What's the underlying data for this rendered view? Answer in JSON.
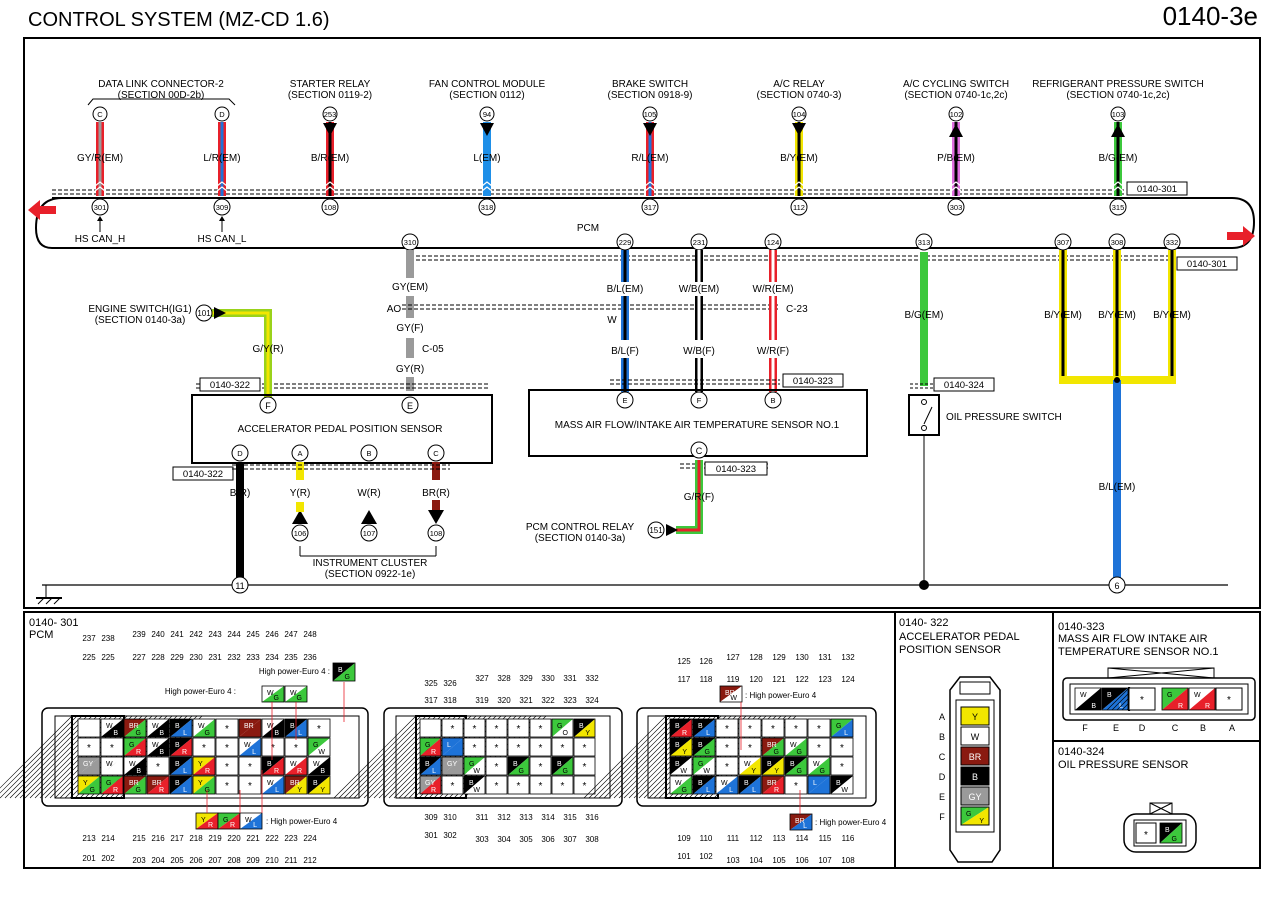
{
  "header": {
    "title": "CONTROL SYSTEM (MZ-CD 1.6)",
    "page_code": "0140-3e"
  },
  "pcm": {
    "name": "PCM",
    "connector_refs": {
      "top": "0140-301",
      "bottom": "0140-301"
    },
    "top_pins": [
      "301",
      "309",
      "108",
      "318",
      "317",
      "112",
      "303",
      "315"
    ],
    "bottom_pins": [
      "310",
      "229",
      "231",
      "124",
      "313",
      "307",
      "308",
      "332"
    ],
    "can_labels": [
      "HS CAN_H",
      "HS CAN_L"
    ]
  },
  "top_circuits": [
    {
      "component": "DATA LINK CONNECTOR-2",
      "section": "(SECTION 00D-2b)",
      "terminal": "C",
      "wire": "GY/R(EM)",
      "color1": "#e8202a",
      "color2": "#9a9a9a"
    },
    {
      "component": "",
      "section": "",
      "terminal": "D",
      "wire": "L/R(EM)",
      "color1": "#e8202a",
      "color2": "#1e73d8"
    },
    {
      "component": "STARTER RELAY",
      "section": "(SECTION 0119-2)",
      "terminal": "253",
      "wire": "B/R(EM)",
      "color1": "#e8202a",
      "color2": "#000000"
    },
    {
      "component": "FAN CONTROL MODULE",
      "section": "(SECTION 0112)",
      "terminal": "94",
      "wire": "L(EM)",
      "color1": "#1e8fe8",
      "color2": "#1e8fe8"
    },
    {
      "component": "BRAKE SWITCH",
      "section": "(SECTION 0918-9)",
      "terminal": "105",
      "wire": "R/L(EM)",
      "color1": "#e8202a",
      "color2": "#1e73d8"
    },
    {
      "component": "A/C RELAY",
      "section": "(SECTION 0740-3)",
      "terminal": "104",
      "wire": "B/Y(EM)",
      "color1": "#f2e600",
      "color2": "#000000"
    },
    {
      "component": "A/C CYCLING SWITCH",
      "section": "(SECTION 0740-1c,2c)",
      "terminal": "102",
      "wire": "P/B(EM)",
      "color1": "#e070e0",
      "color2": "#000000"
    },
    {
      "component": "REFRIGERANT PRESSURE SWITCH",
      "section": "(SECTION 0740-1c,2c)",
      "terminal": "103",
      "wire": "B/G(EM)",
      "color1": "#3cc83c",
      "color2": "#000000"
    }
  ],
  "left_circuits": {
    "engine_switch": {
      "name": "ENGINE SWITCH(IG1)",
      "section": "(SECTION 0140-3a)",
      "terminal": "101",
      "wire": "G/Y(R)"
    },
    "gy_chain": {
      "wire_em": "GY(EM)",
      "ao": "AO",
      "wire_f": "GY(F)",
      "connector": "C-05",
      "wire_r": "GY(R)"
    }
  },
  "app_sensor": {
    "name": "ACCELERATOR PEDAL POSITION SENSOR",
    "ref": "0140-322",
    "top_terminals": [
      "F",
      "E"
    ],
    "bottom_terminals": [
      "D",
      "A",
      "B",
      "C"
    ],
    "wires": [
      "B(R)",
      "Y(R)",
      "W(R)",
      "BR(R)"
    ],
    "ref_bottom": "0140-322",
    "cluster_terminals": [
      "106",
      "107",
      "108"
    ],
    "cluster": "INSTRUMENT CLUSTER",
    "cluster_section": "(SECTION 0922-1e)",
    "ground": "11"
  },
  "maf_sensor": {
    "name": "MASS AIR FLOW/INTAKE AIR TEMPERATURE SENSOR NO.1",
    "ref": "0140-323",
    "top_terminals": [
      "E",
      "F",
      "B"
    ],
    "wires_em": [
      "B/L(EM)",
      "W/B(EM)",
      "W/R(EM)"
    ],
    "w_label": "W",
    "connector": "C-23",
    "wires_f": [
      "B/L(F)",
      "W/B(F)",
      "W/R(F)"
    ],
    "bottom_terminal": "C",
    "ref_bottom": "0140-323",
    "wire_bottom": "G/R(F)",
    "relay": "PCM CONTROL RELAY",
    "relay_section": "(SECTION 0140-3a)",
    "relay_terminal": "151"
  },
  "oil_switch": {
    "name": "OIL PRESSURE SWITCH",
    "ref": "0140-324",
    "wire": "B/G(EM)"
  },
  "by_circuits": {
    "wires": [
      "B/Y(EM)",
      "B/Y(EM)",
      "B/Y(EM)"
    ],
    "joined_wire": "B/L(EM)",
    "ground": "6"
  },
  "bottom_panel": {
    "pcm_ref": "0140- 301",
    "pcm_label": "PCM",
    "connector1": {
      "top_row1": [
        "237",
        "238",
        "239",
        "240",
        "241",
        "242",
        "243",
        "244",
        "245",
        "246",
        "247",
        "248"
      ],
      "top_row2": [
        "225",
        "225",
        "227",
        "228",
        "229",
        "230",
        "231",
        "232",
        "233",
        "234",
        "235",
        "236"
      ],
      "bottom_row1": [
        "213",
        "214",
        "215",
        "216",
        "217",
        "218",
        "219",
        "220",
        "221",
        "222",
        "223",
        "224"
      ],
      "bottom_row2": [
        "201",
        "202",
        "203",
        "204",
        "205",
        "206",
        "207",
        "208",
        "209",
        "210",
        "211",
        "212"
      ],
      "notes": [
        "High power-Euro 4",
        "High power-Euro 4 :",
        "High power-Euro 4"
      ]
    },
    "connector2": {
      "top_row1": [
        "325",
        "326",
        "327",
        "328",
        "329",
        "330",
        "331",
        "332"
      ],
      "top_row2": [
        "317",
        "318",
        "319",
        "320",
        "321",
        "322",
        "323",
        "324"
      ],
      "bottom_row1": [
        "309",
        "310",
        "311",
        "312",
        "313",
        "314",
        "315",
        "316"
      ],
      "bottom_row2": [
        "301",
        "302",
        "303",
        "304",
        "305",
        "306",
        "307",
        "308"
      ]
    },
    "connector3": {
      "top_row1": [
        "125",
        "126",
        "127",
        "128",
        "129",
        "130",
        "131",
        "132"
      ],
      "top_row2": [
        "117",
        "118",
        "119",
        "120",
        "121",
        "122",
        "123",
        "124"
      ],
      "bottom_row1": [
        "109",
        "110",
        "111",
        "112",
        "113",
        "114",
        "115",
        "116"
      ],
      "bottom_row2": [
        "101",
        "102",
        "103",
        "104",
        "105",
        "106",
        "107",
        "108"
      ],
      "notes": [
        ": High power-Euro 4",
        ": High power-Euro 4"
      ]
    },
    "app_conn": {
      "ref": "0140- 322",
      "title1": "ACCELERATOR PEDAL",
      "title2": "POSITION SENSOR",
      "pins": [
        "A",
        "B",
        "C",
        "D",
        "E",
        "F"
      ],
      "cells": [
        "Y",
        "W",
        "BR",
        "B",
        "GY",
        "G/Y"
      ]
    },
    "maf_conn": {
      "ref": "0140-323",
      "title1": "MASS AIR FLOW INTAKE AIR",
      "title2": "TEMPERATURE SENSOR NO.1",
      "pins": [
        "F",
        "E",
        "D",
        "C",
        "B",
        "A"
      ]
    },
    "oil_conn": {
      "ref": "0140-324",
      "title": "OIL PRESSURE SENSOR"
    }
  }
}
